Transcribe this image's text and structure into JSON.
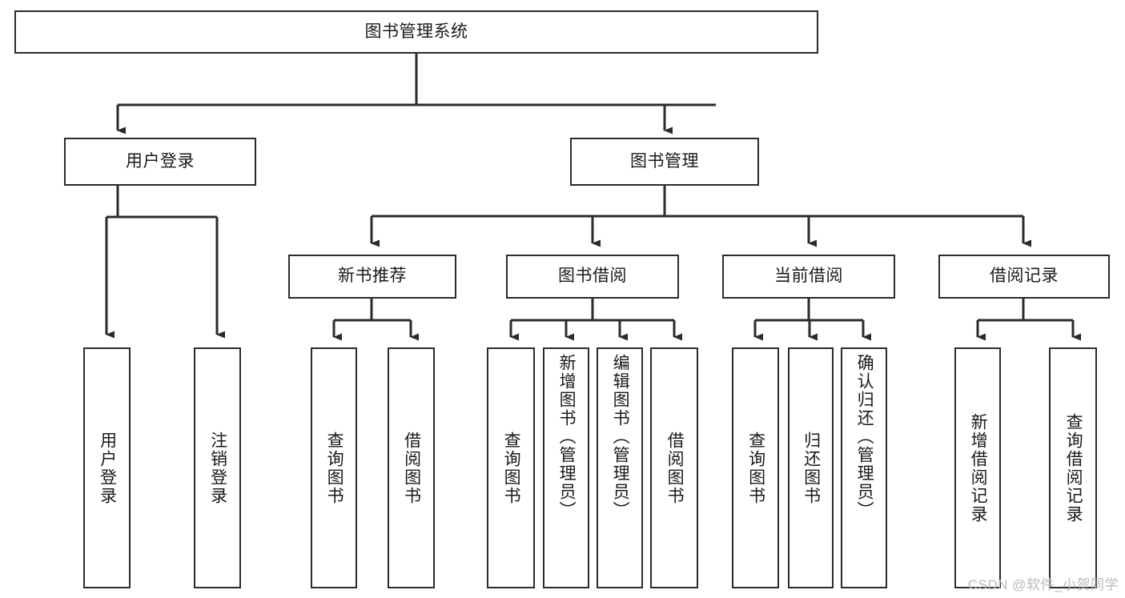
{
  "diagram": {
    "title": "图书管理系统",
    "type": "tree",
    "watermark": "CSDN @软件_小贺同学",
    "colors": {
      "stroke": "#2b2b2b",
      "fill": "#ffffff",
      "text": "#1a1a1a",
      "watermark": "#b9b9b9"
    },
    "levels": [
      {
        "level": 0,
        "nodes": [
          "root"
        ]
      },
      {
        "level": 1,
        "nodes": [
          "user-login",
          "book-manage"
        ]
      },
      {
        "level": 2,
        "nodes": [
          "new-book-rec",
          "book-borrow",
          "current-borrow",
          "borrow-record"
        ]
      },
      {
        "level": 3,
        "nodes": [
          "leaf-user-login",
          "leaf-logout-login",
          "leaf-query-book-1",
          "leaf-borrow-book-1",
          "leaf-query-book-2",
          "leaf-add-book",
          "leaf-edit-book",
          "leaf-borrow-book-2",
          "leaf-query-book-3",
          "leaf-return-book",
          "leaf-confirm-return",
          "leaf-add-record",
          "leaf-query-record"
        ]
      }
    ],
    "nodes": {
      "root": {
        "label": "图书管理系统",
        "orientation": "horizontal"
      },
      "user_login": {
        "label": "用户登录",
        "orientation": "horizontal"
      },
      "book_manage": {
        "label": "图书管理",
        "orientation": "horizontal"
      },
      "new_book_rec": {
        "label": "新书推荐",
        "orientation": "horizontal"
      },
      "book_borrow": {
        "label": "图书借阅",
        "orientation": "horizontal"
      },
      "current_borrow": {
        "label": "当前借阅",
        "orientation": "horizontal"
      },
      "borrow_record": {
        "label": "借阅记录",
        "orientation": "horizontal"
      },
      "leaf_user_login": {
        "label": "用户登录",
        "orientation": "vertical"
      },
      "leaf_logout_login": {
        "label": "注销登录",
        "orientation": "vertical"
      },
      "leaf_query_book_1": {
        "label": "查询图书",
        "orientation": "vertical"
      },
      "leaf_borrow_book_1": {
        "label": "借阅图书",
        "orientation": "vertical"
      },
      "leaf_query_book_2": {
        "label": "查询图书",
        "orientation": "vertical"
      },
      "leaf_add_book": {
        "label": "新增图书（管理员）",
        "orientation": "vertical"
      },
      "leaf_edit_book": {
        "label": "编辑图书（管理员）",
        "orientation": "vertical"
      },
      "leaf_borrow_book_2": {
        "label": "借阅图书",
        "orientation": "vertical"
      },
      "leaf_query_book_3": {
        "label": "查询图书",
        "orientation": "vertical"
      },
      "leaf_return_book": {
        "label": "归还图书",
        "orientation": "vertical"
      },
      "leaf_confirm_return": {
        "label": "确认归还（管理员）",
        "orientation": "vertical"
      },
      "leaf_add_record": {
        "label": "新增借阅记录",
        "orientation": "vertical"
      },
      "leaf_query_record": {
        "label": "查询借阅记录",
        "orientation": "vertical"
      }
    },
    "edges": [
      {
        "from": "root",
        "to": "user_login"
      },
      {
        "from": "root",
        "to": "book_manage"
      },
      {
        "from": "user_login",
        "to": "leaf_user_login"
      },
      {
        "from": "user_login",
        "to": "leaf_logout_login"
      },
      {
        "from": "book_manage",
        "to": "new_book_rec"
      },
      {
        "from": "book_manage",
        "to": "book_borrow"
      },
      {
        "from": "book_manage",
        "to": "current_borrow"
      },
      {
        "from": "book_manage",
        "to": "borrow_record"
      },
      {
        "from": "new_book_rec",
        "to": "leaf_query_book_1"
      },
      {
        "from": "new_book_rec",
        "to": "leaf_borrow_book_1"
      },
      {
        "from": "book_borrow",
        "to": "leaf_query_book_2"
      },
      {
        "from": "book_borrow",
        "to": "leaf_add_book"
      },
      {
        "from": "book_borrow",
        "to": "leaf_edit_book"
      },
      {
        "from": "book_borrow",
        "to": "leaf_borrow_book_2"
      },
      {
        "from": "current_borrow",
        "to": "leaf_query_book_3"
      },
      {
        "from": "current_borrow",
        "to": "leaf_return_book"
      },
      {
        "from": "current_borrow",
        "to": "leaf_confirm_return"
      },
      {
        "from": "borrow_record",
        "to": "leaf_add_record"
      },
      {
        "from": "borrow_record",
        "to": "leaf_query_record"
      }
    ]
  }
}
